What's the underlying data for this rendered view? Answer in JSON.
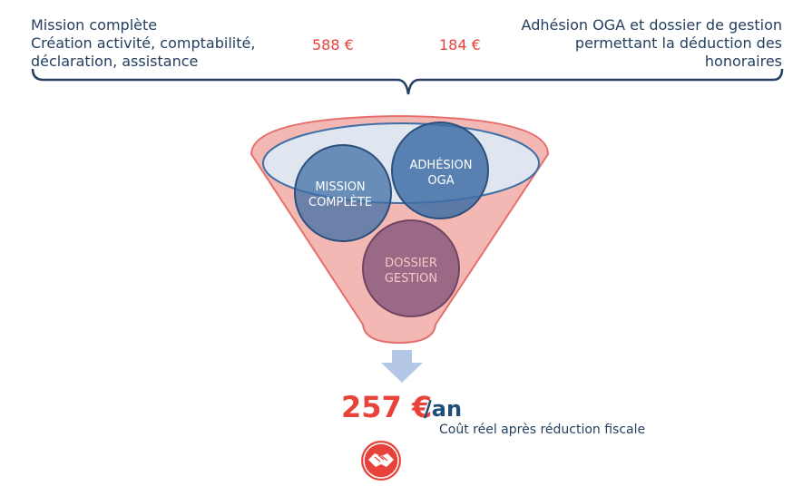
{
  "left_text": {
    "line1": "Mission complète",
    "line2": "Création activité, comptabilité,",
    "line3": "déclaration, assistance"
  },
  "prices": {
    "mission": "588 €",
    "oga": "184 €"
  },
  "right_text": {
    "line1": "Adhésion OGA et dossier de gestion",
    "line2": "permettant la déduction des",
    "line3": "honoraires"
  },
  "circles": {
    "mission": {
      "line1": "MISSION",
      "line2": "COMPLÈTE"
    },
    "oga": {
      "line1": "ADHÉSION",
      "line2": "OGA"
    },
    "dossier": {
      "line1": "DOSSIER",
      "line2": "GESTION"
    }
  },
  "result": {
    "amount": "257 €",
    "unit": "/an",
    "caption": "Coût réel après réduction fiscale"
  },
  "icons": [
    "handshake-icon",
    "down-arrow-icon"
  ],
  "colors": {
    "text_dark": "#243f60",
    "price_red": "#e8433a",
    "funnel_pink": "#f4b8b4",
    "funnel_border": "#e56f6a",
    "circle_blue": "#3f6fa6",
    "circle_purple": "#8a5a7c",
    "arrow": "#b4c7e7"
  }
}
